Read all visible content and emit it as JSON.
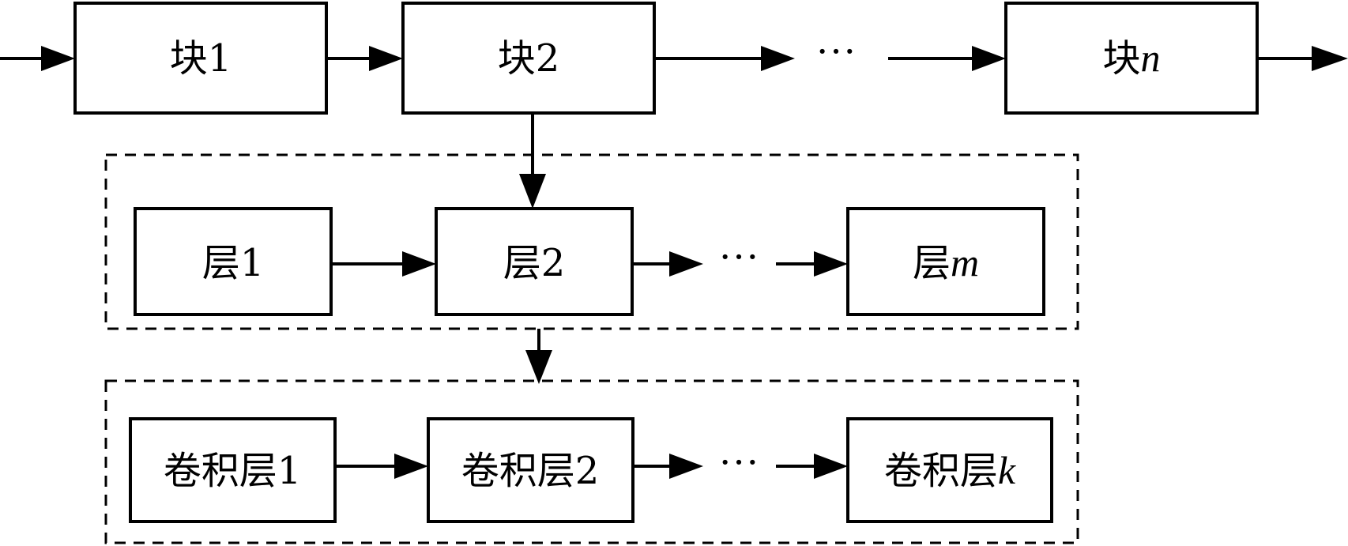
{
  "blocks": {
    "b1": {
      "text": "块1",
      "var": ""
    },
    "b2": {
      "text": "块2",
      "var": ""
    },
    "bn": {
      "text": "块",
      "var": "n"
    }
  },
  "layers": {
    "l1": {
      "text": "层1",
      "var": ""
    },
    "l2": {
      "text": "层2",
      "var": ""
    },
    "lm": {
      "text": "层",
      "var": "m"
    }
  },
  "convs": {
    "c1": {
      "text": "卷积层1",
      "var": ""
    },
    "c2": {
      "text": "卷积层2",
      "var": ""
    },
    "ck": {
      "text": "卷积层",
      "var": "k"
    }
  },
  "ellipsis": "···"
}
